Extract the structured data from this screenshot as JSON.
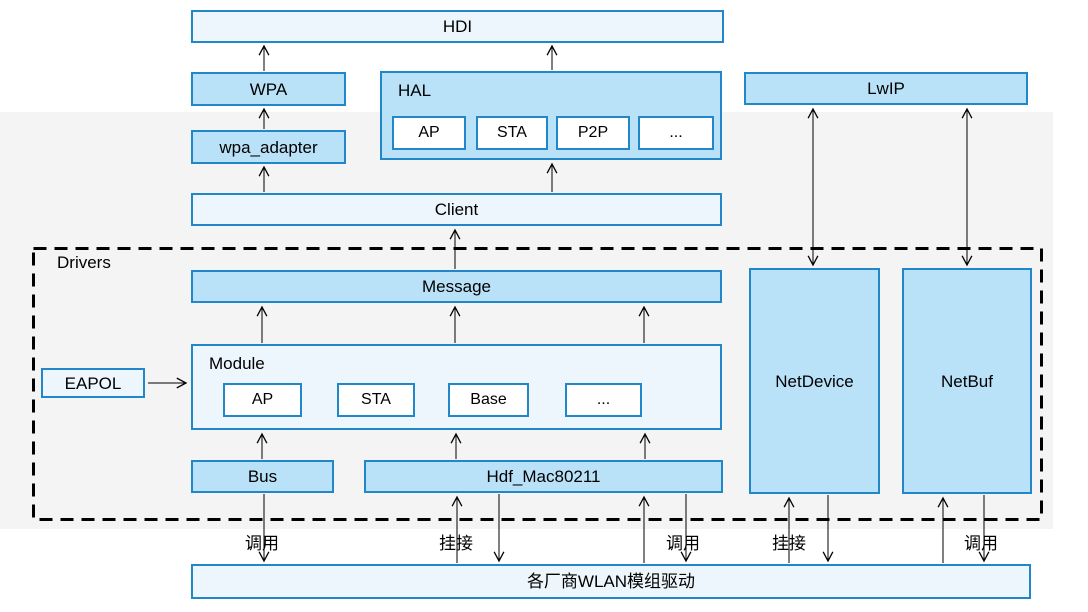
{
  "colors": {
    "border": "#2287c9",
    "fill_medium": "#b9e2f9",
    "fill_light": "#edf6fd",
    "fill_white": "#ffffff",
    "bg_gray": "#f4f4f4",
    "line": "#000000",
    "text": "#000000"
  },
  "layers": {
    "hdi": "HDI",
    "wpa": "WPA",
    "wpa_adapter": "wpa_adapter",
    "lwip": "LwIP",
    "client": "Client",
    "message": "Message",
    "eapol": "EAPOL",
    "bus": "Bus",
    "hdf_mac80211": "Hdf_Mac80211",
    "netdevice": "NetDevice",
    "netbuf": "NetBuf",
    "vendor_driver": "各厂商WLAN模组驱动",
    "drivers_region": "Drivers"
  },
  "hal": {
    "label": "HAL",
    "items": [
      "AP",
      "STA",
      "P2P",
      "..."
    ]
  },
  "module": {
    "label": "Module",
    "items": [
      "AP",
      "STA",
      "Base",
      "..."
    ]
  },
  "edge_labels": {
    "bus_call": "调用",
    "hdf_attach": "挂接",
    "hdf_call": "调用",
    "netdevice_attach": "挂接",
    "netbuf_call": "调用"
  }
}
